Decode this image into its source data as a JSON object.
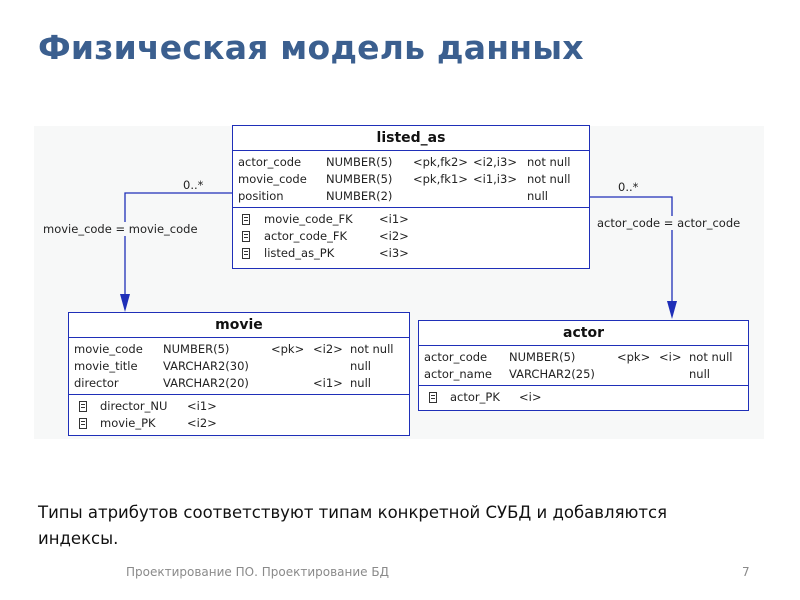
{
  "title": "Физическая модель данных",
  "entities": {
    "listed_as": {
      "name": "listed_as",
      "attrs": [
        {
          "col": "actor_code",
          "type": "NUMBER(5)",
          "key": "<pk,fk2>",
          "idx": "<i2,i3>",
          "null": "not null"
        },
        {
          "col": "movie_code",
          "type": "NUMBER(5)",
          "key": "<pk,fk1>",
          "idx": "<i1,i3>",
          "null": "not null"
        },
        {
          "col": "position",
          "type": "NUMBER(2)",
          "key": "",
          "idx": "",
          "null": "null"
        }
      ],
      "indexes": [
        {
          "name": "movie_code_FK",
          "tag": "<i1>"
        },
        {
          "name": "actor_code_FK",
          "tag": "<i2>"
        },
        {
          "name": "listed_as_PK",
          "tag": "<i3>"
        }
      ]
    },
    "movie": {
      "name": "movie",
      "attrs": [
        {
          "col": "movie_code",
          "type": "NUMBER(5)",
          "key": "<pk>",
          "idx": "<i2>",
          "null": "not null"
        },
        {
          "col": "movie_title",
          "type": "VARCHAR2(30)",
          "key": "",
          "idx": "",
          "null": "null"
        },
        {
          "col": "director",
          "type": "VARCHAR2(20)",
          "key": "",
          "idx": "<i1>",
          "null": "null"
        }
      ],
      "indexes": [
        {
          "name": "director_NU",
          "tag": "<i1>"
        },
        {
          "name": "movie_PK",
          "tag": "<i2>"
        }
      ]
    },
    "actor": {
      "name": "actor",
      "attrs": [
        {
          "col": "actor_code",
          "type": "NUMBER(5)",
          "key": "<pk>",
          "idx": "<i>",
          "null": "not null"
        },
        {
          "col": "actor_name",
          "type": "VARCHAR2(25)",
          "key": "",
          "idx": "",
          "null": "null"
        }
      ],
      "indexes": [
        {
          "name": "actor_PK",
          "tag": "<i>"
        }
      ]
    }
  },
  "links": {
    "left_cardinality": "0..*",
    "left_join": "movie_code = movie_code",
    "right_cardinality": "0..*",
    "right_join": "actor_code = actor_code"
  },
  "body_text": "Типы атрибутов соответствуют типам конкретной СУБД и добавляются индексы.",
  "footer": "Проектирование ПО. Проектирование БД",
  "page_number": "7",
  "colors": {
    "title": "#3b5f8f",
    "entity_border": "#1f2fb8",
    "link": "#1f2fb8"
  }
}
